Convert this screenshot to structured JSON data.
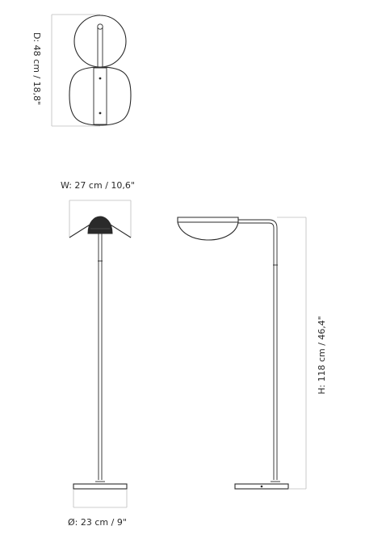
{
  "dimensions": {
    "depth": "D: 48 cm / 18,8\"",
    "width": "W: 27 cm / 10,6\"",
    "diameter": "Ø: 23 cm / 9\"",
    "height": "H: 118 cm / 46,4\""
  }
}
